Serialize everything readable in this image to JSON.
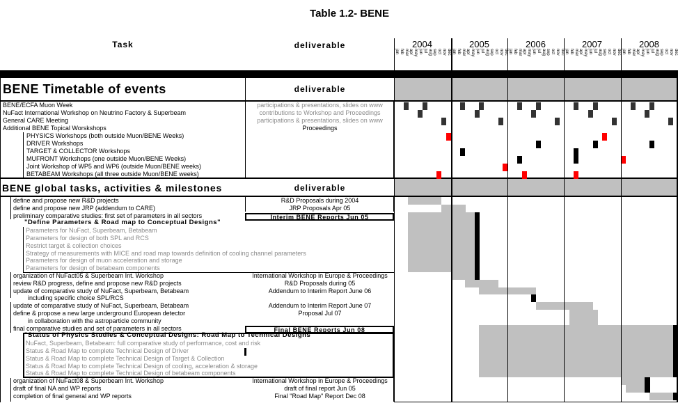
{
  "title": "Table 1.2- BENE",
  "header": {
    "task": "Task",
    "deliverable": "deliverable"
  },
  "years": [
    "2004",
    "2005",
    "2006",
    "2007",
    "2008"
  ],
  "months": [
    "jan",
    "feb",
    "mar",
    "apr",
    "may",
    "jun",
    "jul",
    "aug",
    "sep",
    "oct",
    "nov",
    "dec"
  ],
  "colors": {
    "dark": "#333333",
    "black": "#000000",
    "red": "#ff0000",
    "gray": "#c0c0c0"
  },
  "events_section": {
    "title": "BENE Timetable of events",
    "deliverable": "deliverable"
  },
  "events": [
    {
      "task": "BENE/ECFA Muon Week",
      "deliverable": "participations & presentations, slides on www",
      "indent": false
    },
    {
      "task": "NuFact International  Workshop on Neutrino Factory & Superbeam",
      "deliverable": "contributions to Workshop and Proceedings",
      "indent": false
    },
    {
      "task": "General CARE Meeting",
      "deliverable": "participations & presentations, slides on www",
      "indent": false
    },
    {
      "task": "Additional BENE Topical Worskshops",
      "deliverable": "Proceedings",
      "indent": false
    },
    {
      "task": "PHYSICS Workshops (both outside Muon/BENE Weeks)",
      "deliverable": "",
      "indent": true
    },
    {
      "task": "DRIVER Workshops",
      "deliverable": "",
      "indent": true
    },
    {
      "task": "TARGET & COLLECTOR Workshops",
      "deliverable": "",
      "indent": true
    },
    {
      "task": "MUFRONT Workshops (one outside Muon/BENE Weeks)",
      "deliverable": "",
      "indent": true
    },
    {
      "task": "Joint Workshop of WP5 and WP6 (outside Muon/BENE weeks)",
      "deliverable": "",
      "indent": true
    },
    {
      "task": "BETABEAM Workshops (all three outside Muon/BENE weeks)",
      "deliverable": "",
      "indent": true
    }
  ],
  "tasks_section": {
    "title": "BENE global tasks, activities & milestones",
    "deliverable": "deliverable"
  },
  "tasks": [
    {
      "task": "define and propose  new R&D projects",
      "deliverable": "R&D Proposals during 2004",
      "style": "n",
      "indent": 1
    },
    {
      "task": "define and propose new JRP (addendum to CARE)",
      "deliverable": "JRP Proposals Apr 05",
      "style": "n",
      "indent": 1
    },
    {
      "task": "preliminary comparative studies: first set of parameters in all sectors",
      "deliverable": "Interim BENE Reports Jun 05",
      "style": "n",
      "indent": 1,
      "dbold": true
    },
    {
      "task": "\"Define Parameters & Road map to Conceptual Designs\"",
      "deliverable": "",
      "style": "h",
      "indent": 2
    },
    {
      "task": "Parameters for NuFact, Superbeam, Betabeam",
      "deliverable": "",
      "style": "g",
      "indent": 2
    },
    {
      "task": "Parameters for design of both SPL and RCS",
      "deliverable": "",
      "style": "g",
      "indent": 2
    },
    {
      "task": "Restrict target & collection choices",
      "deliverable": "",
      "style": "g",
      "indent": 2
    },
    {
      "task": "Strategy of measurements with MICE and road map towards definition of cooling channel parameters",
      "deliverable": "",
      "style": "g",
      "indent": 2
    },
    {
      "task": "Parameters for design of muon acceleration and storage",
      "deliverable": "",
      "style": "g",
      "indent": 2
    },
    {
      "task": "Parameters for design of betabeam components",
      "deliverable": "",
      "style": "g",
      "indent": 2
    },
    {
      "task": "organization of NuFact05 & Superbeam Int. Workshop",
      "deliverable": "International Workshop in Europe & Proceedings",
      "style": "n",
      "indent": 1
    },
    {
      "task": "review R&D progress, define and propose new R&D projects",
      "deliverable": "R&D Proposals during 05",
      "style": "n",
      "indent": 1
    },
    {
      "task": "update of  comparative study of NuFact, Superbeam, Betabeam",
      "deliverable": "Addendum to Interim Report June 06",
      "style": "n",
      "indent": 1
    },
    {
      "task": "including specific choice  SPL/RCS",
      "deliverable": "",
      "style": "n",
      "indent": 3
    },
    {
      "task": "update of  comparative study of NuFact, Superbeam, Betabeam",
      "deliverable": "Addendum to Interim Report June 07",
      "style": "n",
      "indent": 1
    },
    {
      "task": "define & propose a new large underground European detector",
      "deliverable": "Proposal Jul 07",
      "style": "n",
      "indent": 1
    },
    {
      "task": "in collaboration with the astroparticle community",
      "deliverable": "",
      "style": "n",
      "indent": 3
    },
    {
      "task": "final comparative studies and set of parameters in all sectors",
      "deliverable": "Final BENE Reports Jun 08",
      "style": "n",
      "indent": 1,
      "dbold": true
    },
    {
      "task": "\"Status of Physics Studies & Conceptual Designs: Road Map to Technical Designs\"",
      "deliverable": "",
      "style": "h",
      "indent": 2
    },
    {
      "task": "NuFact, Superbeam, Betabeam: full comparative study of performance, cost and risk",
      "deliverable": "",
      "style": "g",
      "indent": 2
    },
    {
      "task": "Status & Road Map to complete Technical Design of Driver",
      "deliverable": "",
      "style": "g",
      "indent": 2
    },
    {
      "task": "Status & Road Map to complete Technical Design of Target & Collection",
      "deliverable": "",
      "style": "g",
      "indent": 2
    },
    {
      "task": "Status & Road Map to complete Technical Design of cooling, acceleration & storage",
      "deliverable": "",
      "style": "g",
      "indent": 2
    },
    {
      "task": "Status & Road Map to complete Technical Design of betabeam components",
      "deliverable": "",
      "style": "g",
      "indent": 2
    },
    {
      "task": "organization of NuFact08 & Superbeam Int. Workshop",
      "deliverable": "International Workshop in Europe & Proceedings",
      "style": "n",
      "indent": 1
    },
    {
      "task": "draft of  final NA and WP reports",
      "deliverable": "draft of final report Jun 05",
      "style": "n",
      "indent": 1
    },
    {
      "task": "completion of  final  general and WP reports",
      "deliverable": "Final \"Road Map\" Report Dec 08",
      "style": "n",
      "indent": 1
    }
  ],
  "chart_data": {
    "type": "gantt",
    "title": "Table 1.2- BENE",
    "x_range": [
      "2004-01",
      "2008-12"
    ],
    "event_marks": [
      {
        "row": 0,
        "months": [
          "2004-03",
          "2004-07",
          "2005-03",
          "2005-07",
          "2006-03",
          "2006-07",
          "2007-03",
          "2007-07",
          "2008-03",
          "2008-07"
        ],
        "color": "dark"
      },
      {
        "row": 1,
        "months": [
          "2004-06",
          "2005-06",
          "2006-06",
          "2007-06",
          "2008-06"
        ],
        "color": "dark"
      },
      {
        "row": 2,
        "months": [
          "2004-11",
          "2005-11",
          "2006-11",
          "2007-11",
          "2008-11"
        ],
        "color": "dark"
      },
      {
        "row": 4,
        "months": [
          "2004-12",
          "2007-09"
        ],
        "color": "red"
      },
      {
        "row": 5,
        "months": [
          "2006-07",
          "2007-07",
          "2008-07"
        ],
        "color": "black"
      },
      {
        "row": 6,
        "months": [
          "2005-03",
          "2007-03"
        ],
        "color": "black"
      },
      {
        "row": 7,
        "months": [
          "2006-03",
          "2007-03"
        ],
        "color": "black"
      },
      {
        "row": 7,
        "months": [
          "2008-01"
        ],
        "color": "red"
      },
      {
        "row": 8,
        "months": [
          "2005-12"
        ],
        "color": "red"
      },
      {
        "row": 9,
        "months": [
          "2004-10",
          "2006-04",
          "2007-03"
        ],
        "color": "red"
      }
    ],
    "task_bars": [
      {
        "rows": [
          0,
          0
        ],
        "from": "2004-04",
        "to": "2004-10",
        "kind": "gray"
      },
      {
        "rows": [
          1,
          1
        ],
        "from": "2004-11",
        "to": "2005-03",
        "kind": "gray"
      },
      {
        "rows": [
          2,
          9
        ],
        "from": "2004-04",
        "to": "2005-05",
        "kind": "gray"
      },
      {
        "rows": [
          10,
          10
        ],
        "from": "2005-01",
        "to": "2005-05",
        "kind": "gray"
      },
      {
        "rows": [
          2,
          10
        ],
        "from": "2005-06",
        "to": "2005-06",
        "kind": "black"
      },
      {
        "rows": [
          11,
          11
        ],
        "from": "2005-04",
        "to": "2005-10",
        "kind": "gray"
      },
      {
        "rows": [
          12,
          12
        ],
        "from": "2005-07",
        "to": "2006-06",
        "kind": "gray"
      },
      {
        "rows": [
          13,
          13
        ],
        "from": "2006-06",
        "to": "2006-06",
        "kind": "black"
      },
      {
        "rows": [
          14,
          14
        ],
        "from": "2006-07",
        "to": "2007-06",
        "kind": "gray"
      },
      {
        "rows": [
          15,
          16
        ],
        "from": "2007-02",
        "to": "2007-07",
        "kind": "gray"
      },
      {
        "rows": [
          17,
          23
        ],
        "from": "2005-07",
        "to": "2008-11",
        "kind": "gray"
      },
      {
        "rows": [
          17,
          23
        ],
        "from": "2008-12",
        "to": "2008-12",
        "kind": "black"
      },
      {
        "rows": [
          24,
          24
        ],
        "from": "2008-01",
        "to": "2008-05",
        "kind": "gray"
      },
      {
        "rows": [
          24,
          25
        ],
        "from": "2008-06",
        "to": "2008-06",
        "kind": "black"
      },
      {
        "rows": [
          25,
          25
        ],
        "from": "2008-02",
        "to": "2008-05",
        "kind": "gray"
      },
      {
        "rows": [
          26,
          26
        ],
        "from": "2008-07",
        "to": "2008-11",
        "kind": "gray"
      },
      {
        "rows": [
          26,
          26
        ],
        "from": "2008-12",
        "to": "2008-12",
        "kind": "black"
      }
    ]
  }
}
